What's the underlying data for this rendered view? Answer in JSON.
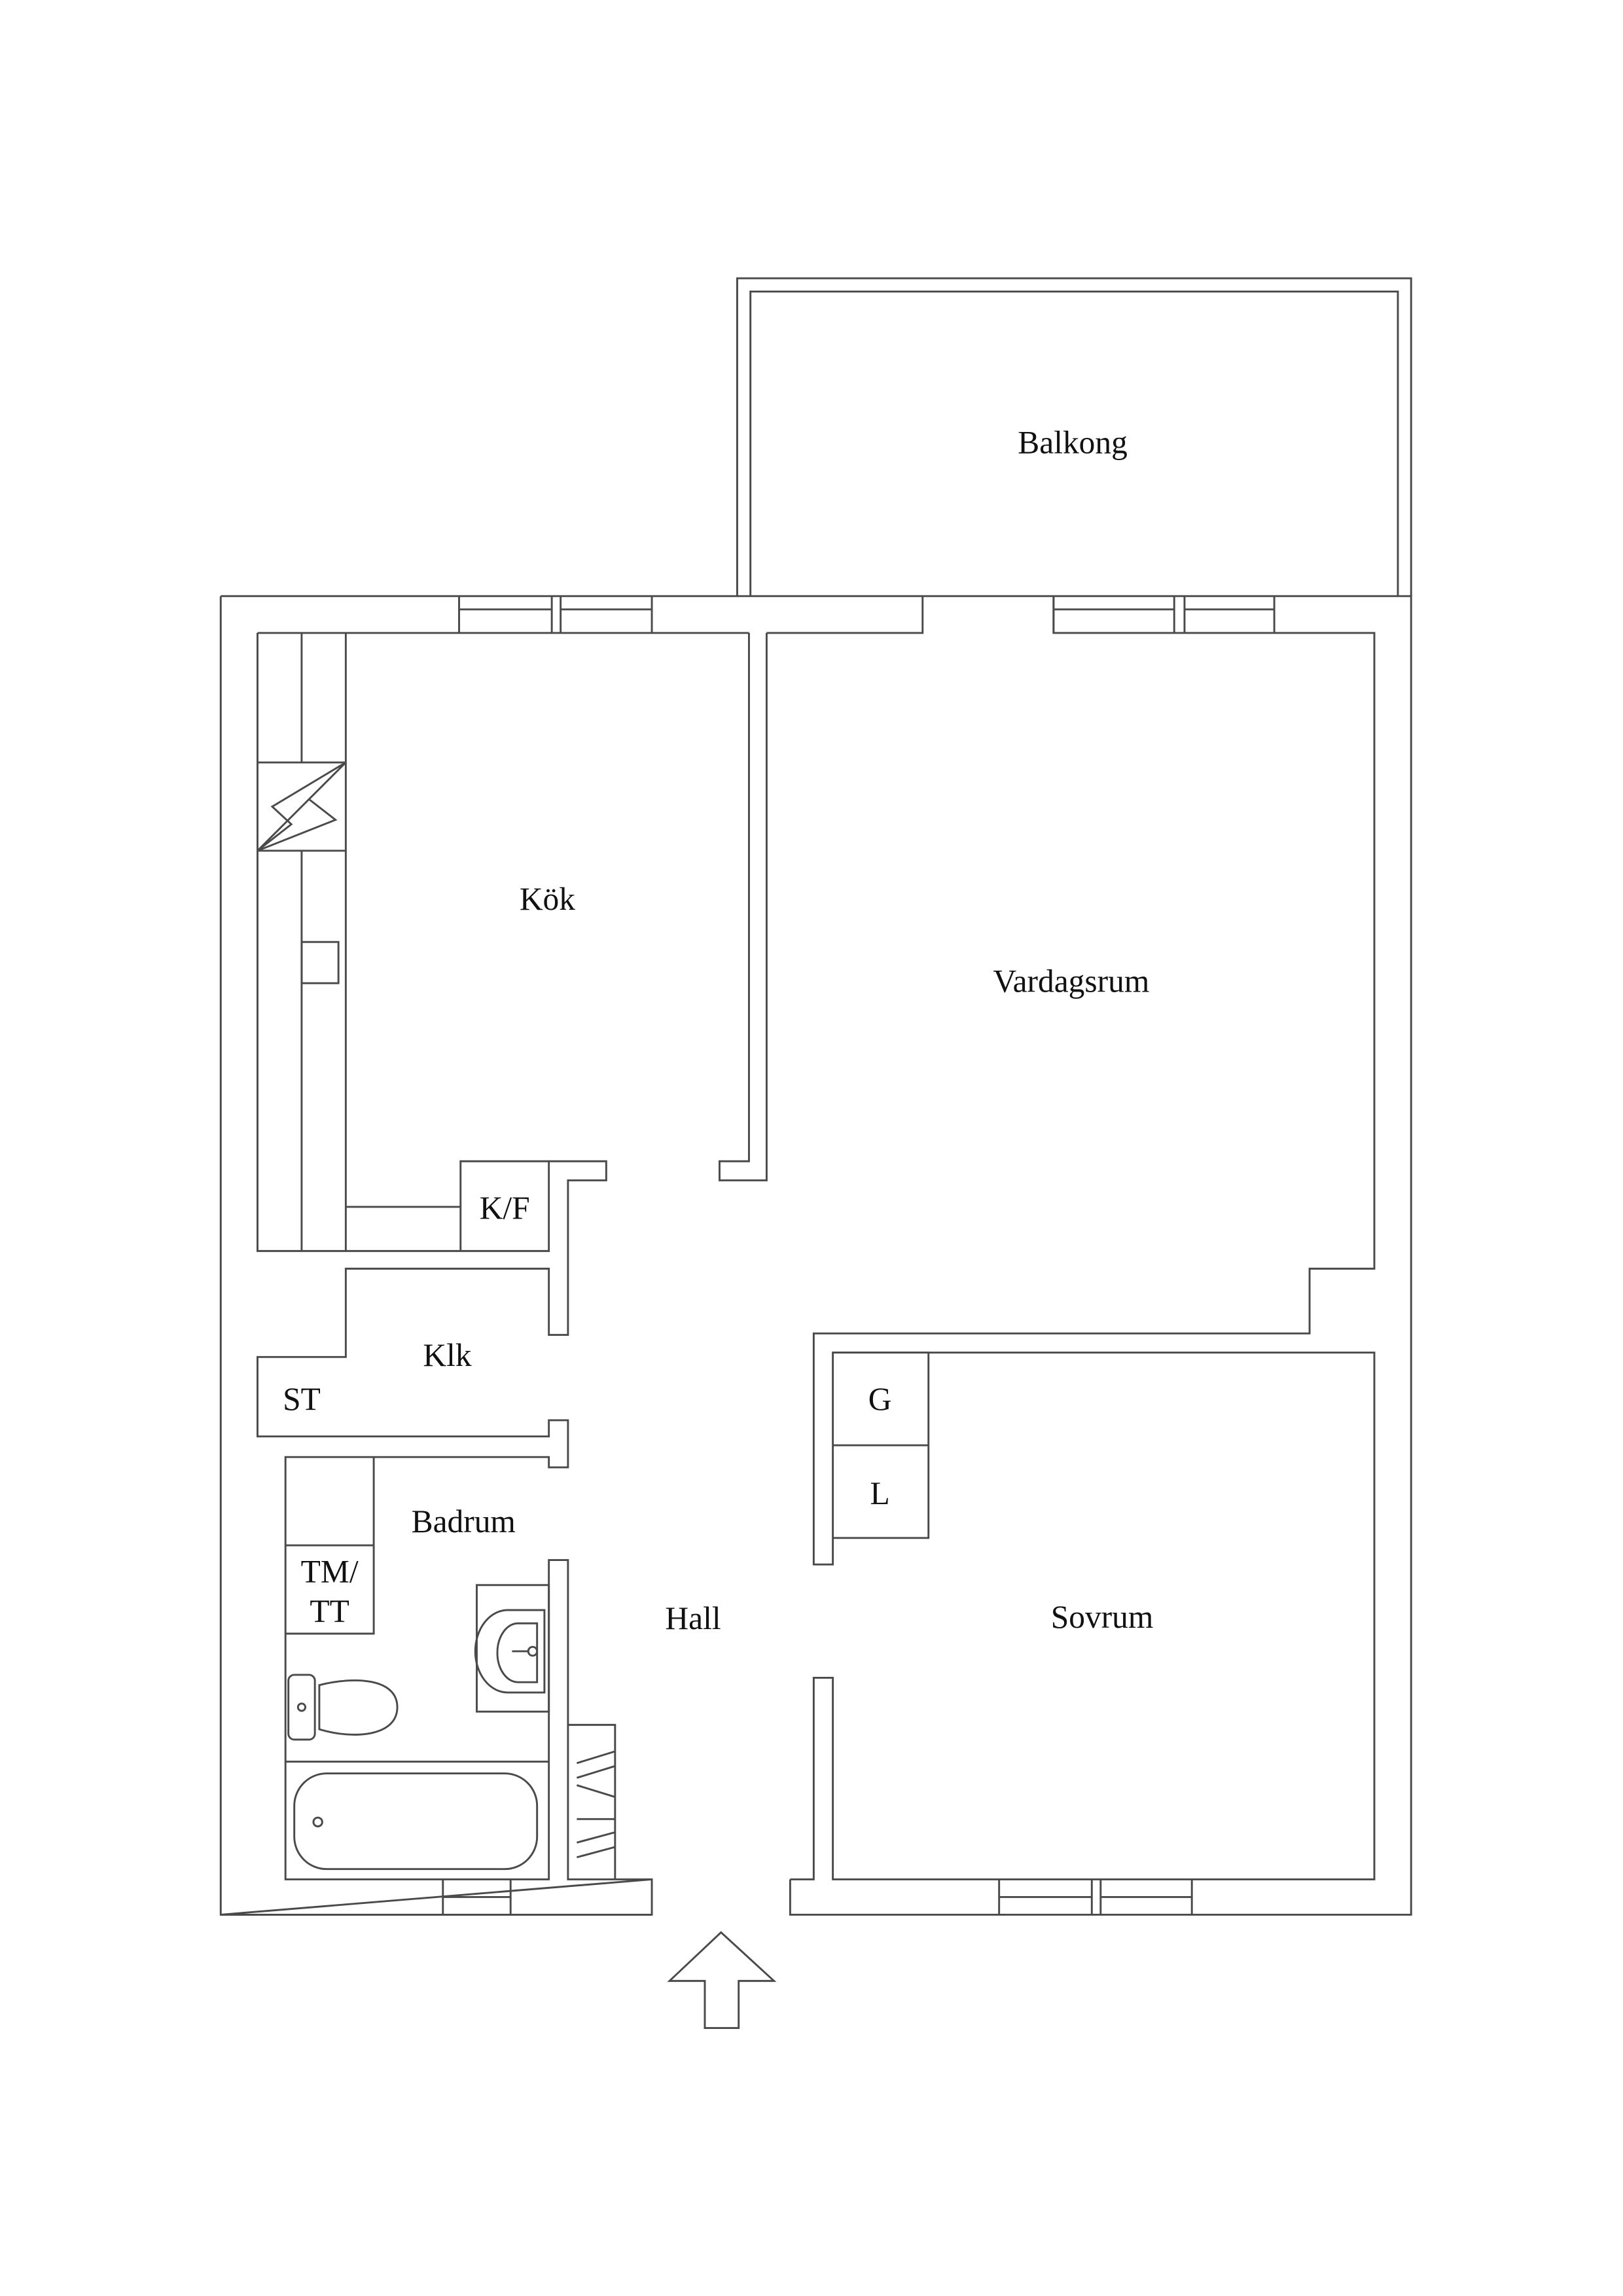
{
  "rooms": {
    "balcony": "Balkong",
    "kitchen": "Kök",
    "living_room": "Vardagsrum",
    "fridge_freezer": "K/F",
    "closet": "Klk",
    "storage": "ST",
    "bathroom": "Badrum",
    "washer_dryer_line1": "TM/",
    "washer_dryer_line2": "TT",
    "hall": "Hall",
    "bedroom": "Sovrum",
    "wardrobe_g": "G",
    "wardrobe_l": "L"
  },
  "icons": {
    "stove": "lightning-icon",
    "entrance": "arrow-up-icon"
  },
  "colors": {
    "lines": "#4a4a4a",
    "text": "#111111",
    "background": "#ffffff"
  }
}
